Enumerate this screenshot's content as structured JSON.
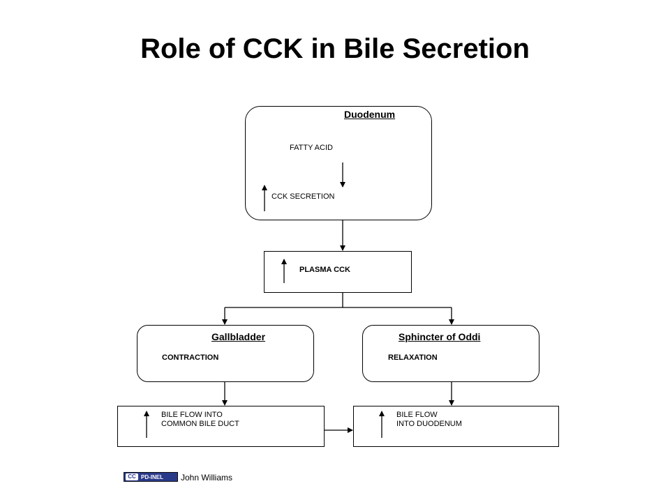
{
  "title": "Role of CCK in Bile Secretion",
  "nodes": {
    "duodenum": {
      "heading": "Duodenum",
      "line1": "FATTY ACID",
      "line2": "CCK SECRETION"
    },
    "plasma": {
      "label": "PLASMA CCK"
    },
    "gallbladder": {
      "heading": "Gallbladder",
      "label": "CONTRACTION"
    },
    "sphincter": {
      "heading": "Sphincter of Oddi",
      "label": "RELAXATION"
    },
    "bile_duct": {
      "label": "BILE FLOW INTO\nCOMMON BILE DUCT"
    },
    "bile_duodenum": {
      "label": "BILE FLOW\nINTO DUODENUM"
    }
  },
  "footer": {
    "badge": "PD-INEL",
    "badge_icon": "CC",
    "author": "John Williams"
  }
}
